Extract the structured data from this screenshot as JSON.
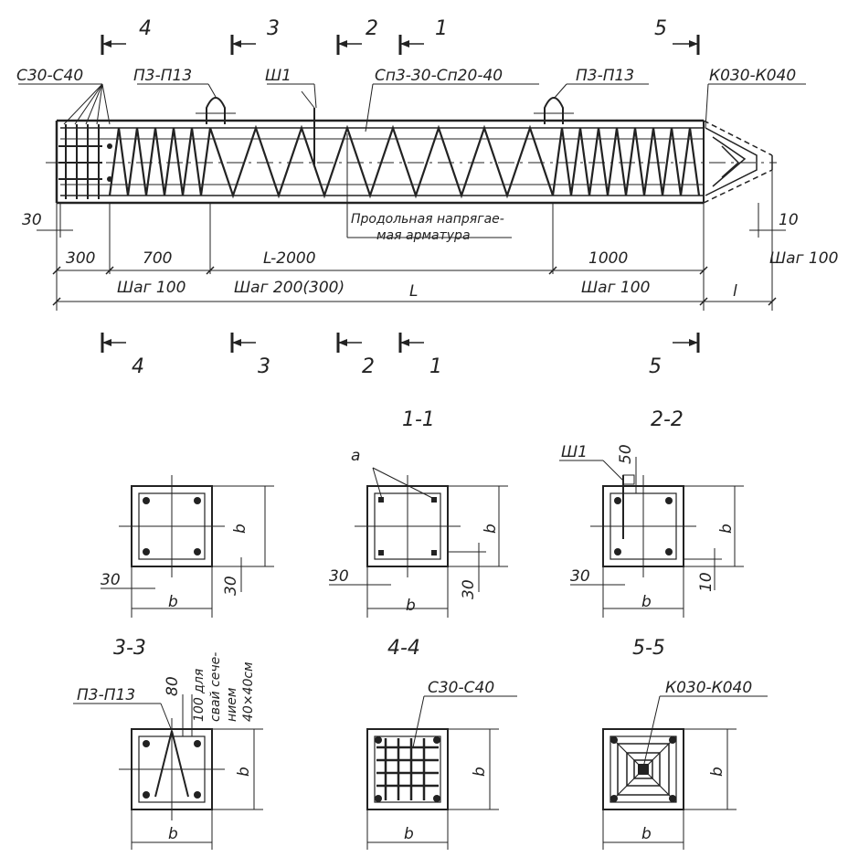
{
  "colors": {
    "ink": "#222222",
    "paper": "#ffffff"
  },
  "elevation": {
    "labels": {
      "c30_c40": "С30-С40",
      "p3_p13": "П3-П13",
      "w1": "Ш1",
      "sp3": "Сп3-30-Сп20-40",
      "p3_p13_right": "П3-П13",
      "k030_k040": "К030-К040",
      "prodolnaya_1": "Продольная напрягае-",
      "prodolnaya_2": "мая арматура"
    },
    "dims": {
      "d30": "30",
      "d10": "10",
      "d300": "300",
      "d700": "700",
      "dL2000": "L-2000",
      "d1000": "1000",
      "shag100_left": "Шаг 100",
      "shag200": "Шаг 200(300)",
      "shag100_right": "Шаг 100",
      "shag100_end": "Шаг 100",
      "L": "L",
      "l": "l"
    },
    "cut_marks": [
      "4",
      "3",
      "2",
      "1",
      "5"
    ]
  },
  "sections": {
    "s1_title": "1-1",
    "s2_title": "2-2",
    "s3_title": "3-3",
    "s4_title": "4-4",
    "s5_title": "5-5",
    "b": "b",
    "d30": "30",
    "d10": "10",
    "d50": "50",
    "d80": "80",
    "a": "a",
    "w1": "Ш1",
    "p3_p13": "П3-П13",
    "c30_c40": "С30-С40",
    "k030_k040": "К030-К040",
    "note_1": "100 для",
    "note_2": "свай сече-",
    "note_3": "нием",
    "note_4": "40×40см"
  }
}
